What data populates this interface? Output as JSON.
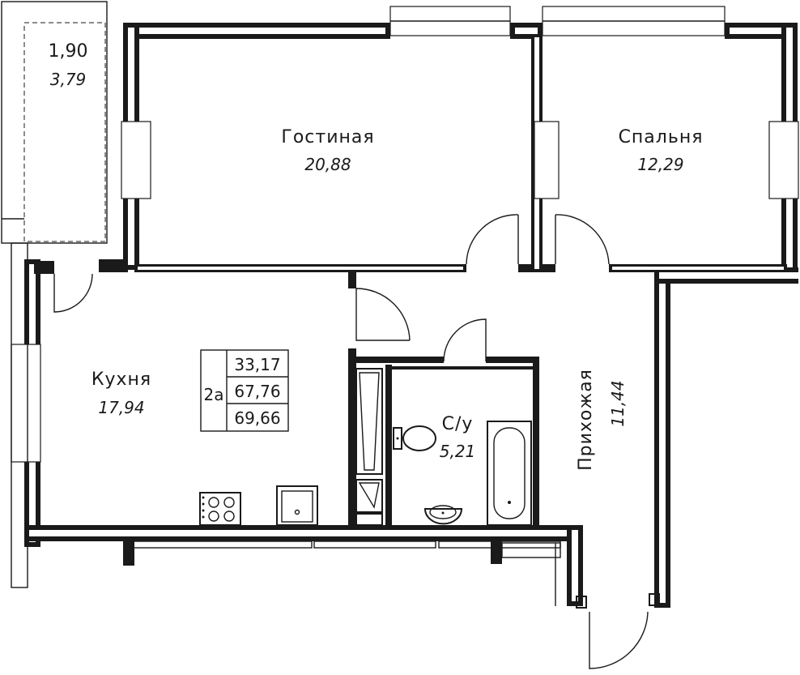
{
  "rooms": {
    "balcony": {
      "area_total": "1,90",
      "area_full": "3,79"
    },
    "living": {
      "name": "Гостиная",
      "area": "20,88"
    },
    "bedroom": {
      "name": "Спальня",
      "area": "12,29"
    },
    "kitchen": {
      "name": "Кухня",
      "area": "17,94"
    },
    "bathroom": {
      "name": "С/у",
      "area": "5,21"
    },
    "hallway": {
      "name": "Прихожая",
      "area": "11,44"
    }
  },
  "summary": {
    "type": "2а",
    "living_area": "33,17",
    "total_area": "67,76",
    "total_with_balcony": "69,66"
  }
}
